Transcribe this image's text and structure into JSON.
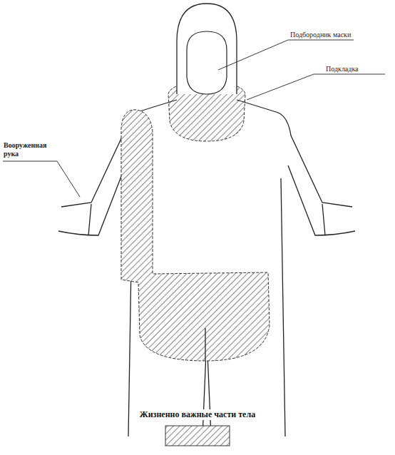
{
  "diagram": {
    "labels": [
      "Подбородник маски",
      "Подкладка",
      "Вооруженная рука"
    ],
    "legend": [
      {
        "text": "Жизненно важные части тела"
      }
    ]
  }
}
